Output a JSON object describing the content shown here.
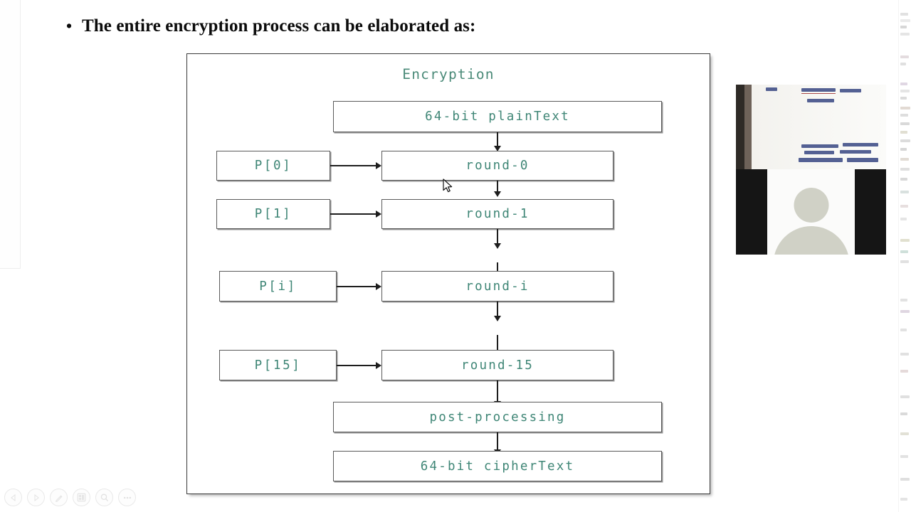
{
  "slide": {
    "headline_bullet": "•",
    "headline_text": "The entire encryption process can be elaborated as:",
    "figure": {
      "title": "Encryption",
      "input_box": "64-bit plainText",
      "rows": [
        {
          "key": "P[0]",
          "round": "round-0"
        },
        {
          "key": "P[1]",
          "round": "round-1"
        },
        {
          "key": "P[i]",
          "round": "round-i"
        },
        {
          "key": "P[15]",
          "round": "round-15"
        }
      ],
      "post_box": "post-processing",
      "output_box": "64-bit cipherText"
    }
  },
  "videos": [
    {
      "label": "whiteboard-feed"
    },
    {
      "label": "participant-camera-feed"
    }
  ],
  "toolbar": {
    "buttons": [
      {
        "name": "previous-slide-button",
        "icon": "previous-arrow-icon"
      },
      {
        "name": "next-slide-button",
        "icon": "next-arrow-icon"
      },
      {
        "name": "annotate-button",
        "icon": "pen-icon"
      },
      {
        "name": "layout-button",
        "icon": "grid-layout-icon"
      },
      {
        "name": "zoom-button",
        "icon": "magnifier-icon"
      },
      {
        "name": "more-options-button",
        "icon": "ellipsis-icon"
      }
    ]
  },
  "colors": {
    "figure_text": "#3f8676",
    "title_text": "#4a8a78",
    "stroke": "#1d1d1d",
    "box_border": "#5a5a5a"
  }
}
